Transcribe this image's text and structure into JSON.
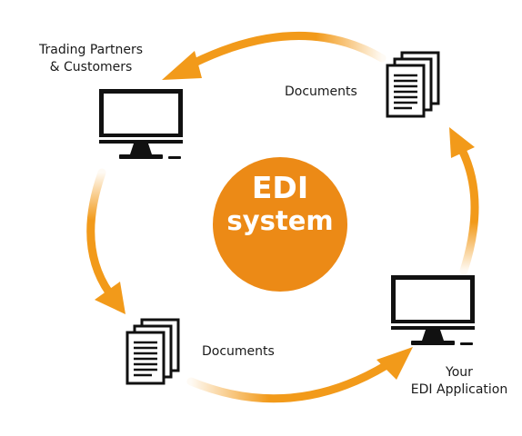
{
  "hub": {
    "line1": "EDI",
    "line2": "system",
    "color": "#EC8A16"
  },
  "labels": {
    "partners_line1": "Trading Partners",
    "partners_line2": "& Customers",
    "docs_top": "Documents",
    "docs_bottom": "Documents",
    "app_line1": "Your",
    "app_line2": "EDI Application"
  },
  "icons": {
    "partners": "desktop-monitor-icon",
    "app": "desktop-monitor-icon",
    "docs_top": "document-stack-icon",
    "docs_bottom": "document-stack-icon"
  },
  "colors": {
    "arrow": "#F29A1A",
    "icon": "#111111",
    "background": "#ffffff"
  }
}
